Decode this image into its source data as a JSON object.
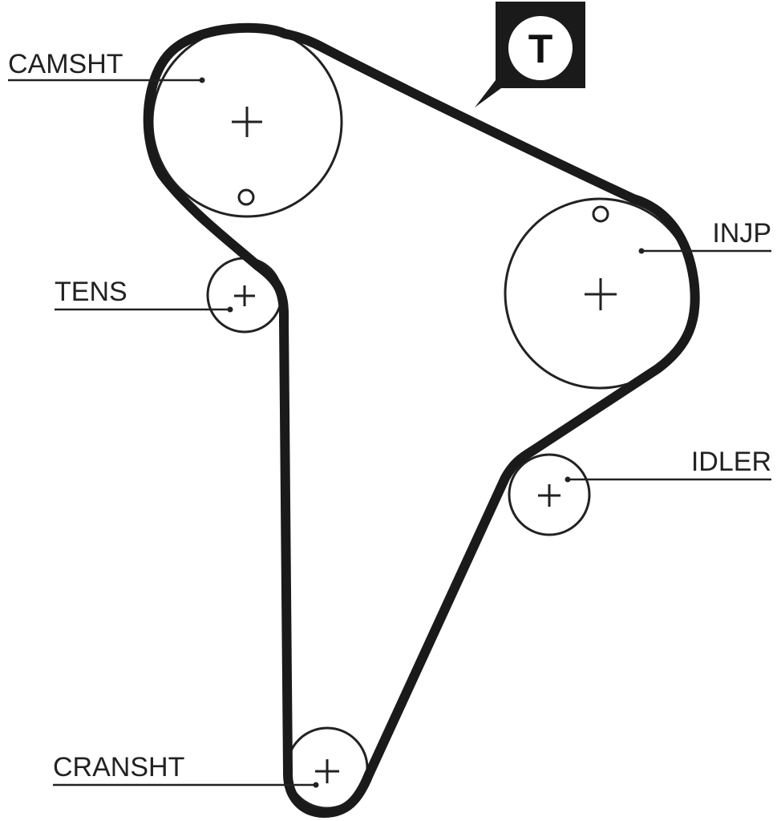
{
  "labels": {
    "camshaft": "CAMSHT",
    "tensioner": "TENS",
    "injection_pump": "INJP",
    "idler": "IDLER",
    "crankshaft": "CRANSHT"
  },
  "badge": {
    "letter": "T"
  },
  "colors": {
    "belt": "#1a1a1a",
    "outline": "#222222",
    "badge_background": "#1a1a1a",
    "badge_circle": "#ffffff"
  }
}
